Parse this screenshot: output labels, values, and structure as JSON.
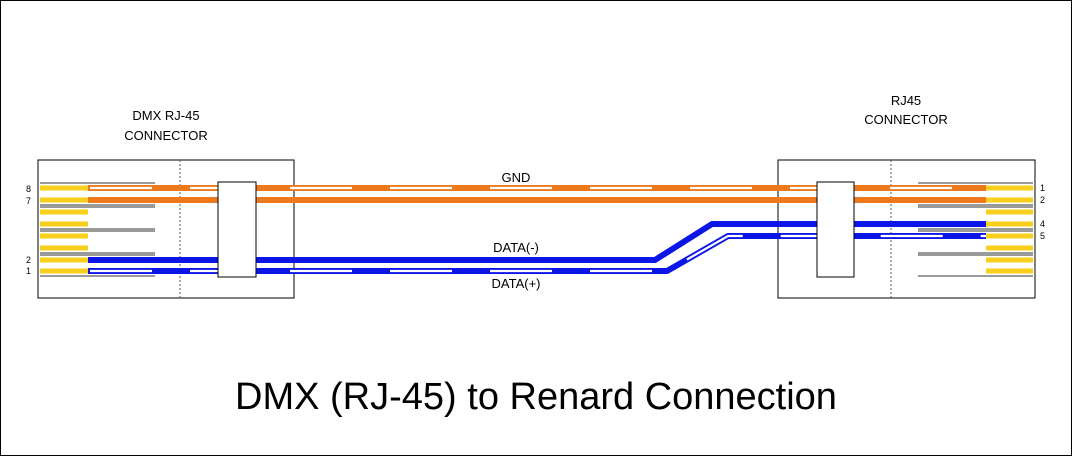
{
  "title": "DMX (RJ-45) to Renard Connection",
  "left_connector": {
    "line1": "DMX RJ-45",
    "line2": "CONNECTOR"
  },
  "right_connector": {
    "line1": "RJ45",
    "line2": "CONNECTOR"
  },
  "wire_labels": {
    "gnd": "GND",
    "data_minus": "DATA(-)",
    "data_plus": "DATA(+)"
  },
  "left_pins": [
    "8",
    "7",
    "2",
    "1"
  ],
  "right_pins": [
    "1",
    "2",
    "4",
    "5"
  ],
  "colors": {
    "orange": "#ec7a1c",
    "blue": "#0b16e6",
    "pin_gold": "#f7cf1c",
    "gray": "#9a9a9a",
    "outline": "#000000"
  }
}
